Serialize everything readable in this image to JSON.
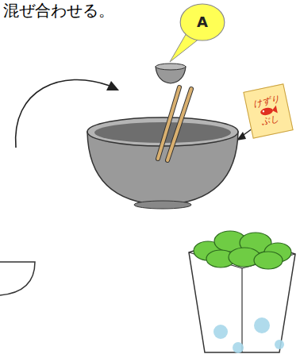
{
  "diagram": {
    "nodes": [
      {
        "text": [
          "A"
        ]
      },
      {
        "text": [
          "けずり",
          "ぶし"
        ]
      }
    ],
    "labels": [
      "混ぜ合わせる。"
    ]
  }
}
